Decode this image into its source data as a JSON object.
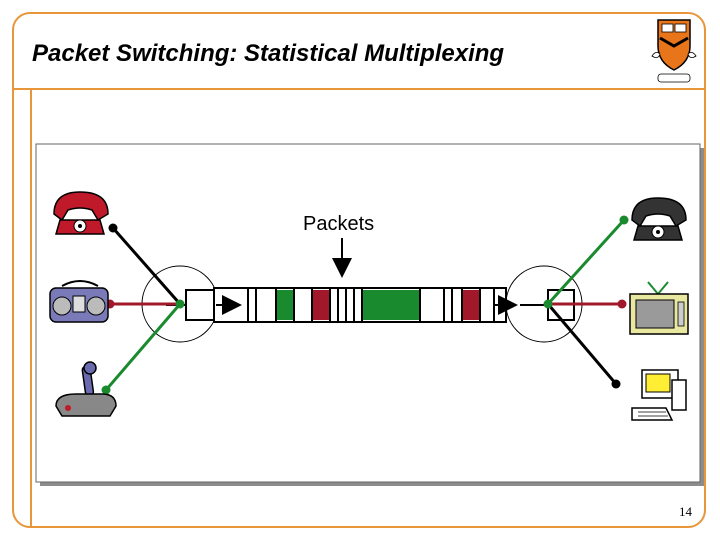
{
  "slide": {
    "title": "Packet Switching: Statistical Multiplexing",
    "page_number": "14"
  },
  "diagram": {
    "packets_label": "Packets",
    "colors": {
      "frame": "#e8963a",
      "green": "#1a8a2e",
      "red": "#a0182a",
      "black": "#000000"
    },
    "left_devices": [
      "telephone-icon",
      "boombox-icon",
      "joystick-icon"
    ],
    "right_devices": [
      "telephone-icon",
      "television-icon",
      "computer-icon"
    ]
  }
}
